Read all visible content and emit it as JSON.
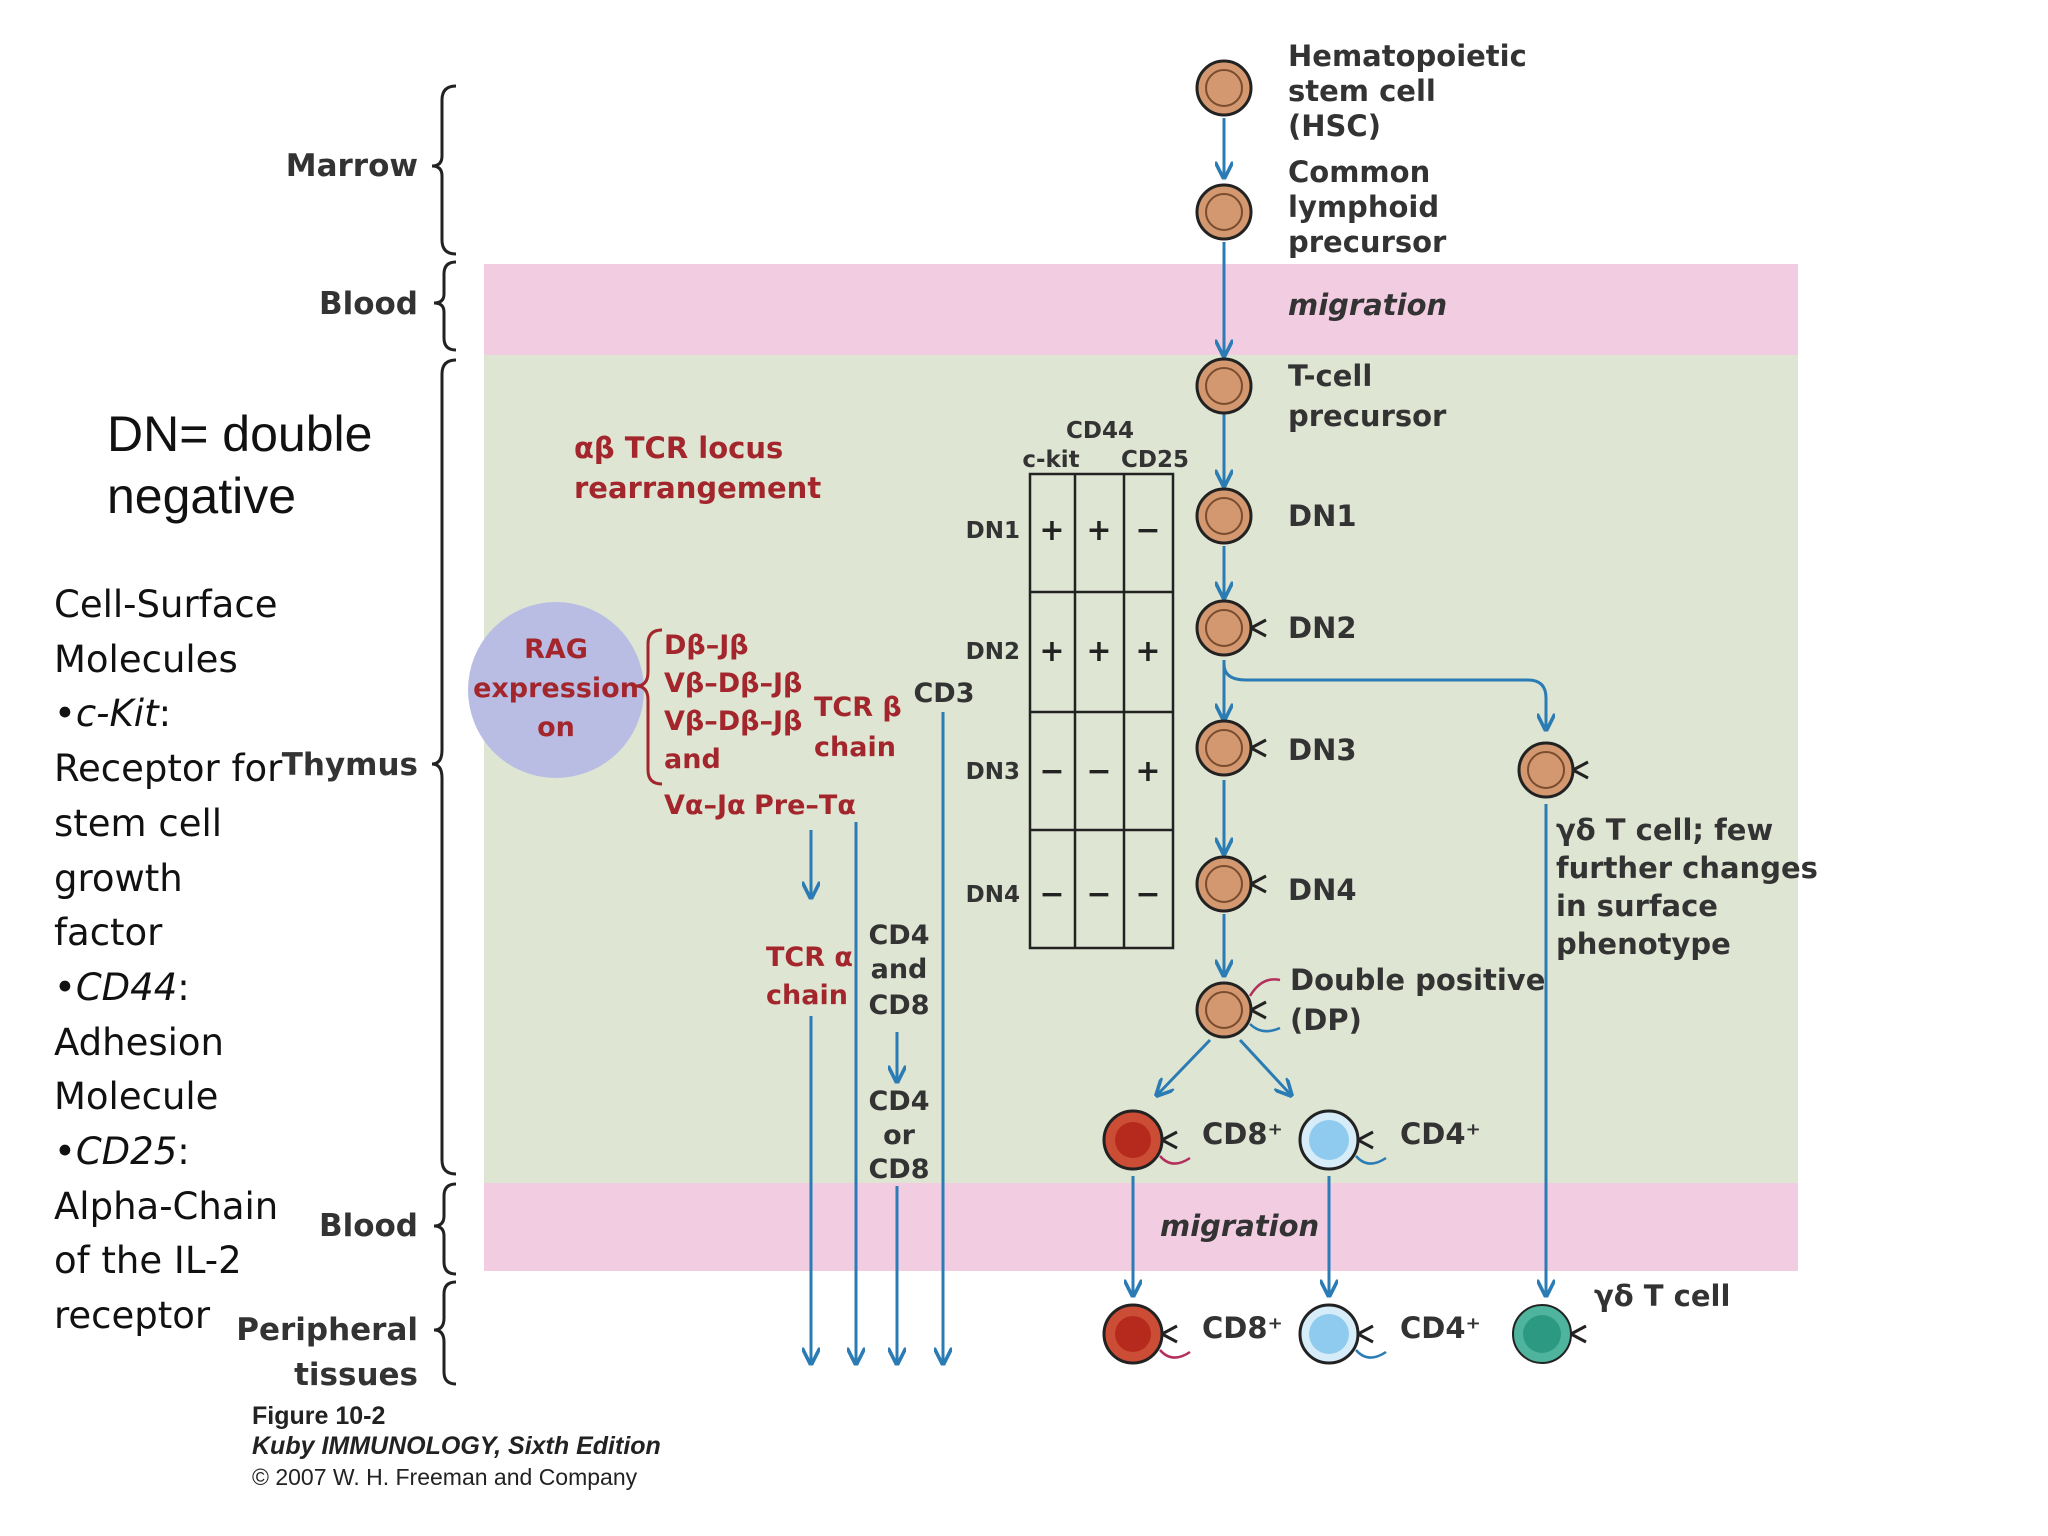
{
  "regions": {
    "marrow": "Marrow",
    "blood_top": "Blood",
    "thymus": "Thymus",
    "blood_bottom": "Blood",
    "peripheral_line1": "Peripheral",
    "peripheral_line2": "tissues"
  },
  "side_panel": {
    "title_line1": "DN= double",
    "title_line2": "negative",
    "heading_line1": "Cell-Surface",
    "heading_line2": "Molecules",
    "ckit_term": "c-Kit",
    "ckit_desc": [
      "Receptor for",
      "stem cell",
      "growth",
      "factor"
    ],
    "cd44_term": "CD44",
    "cd44_desc": [
      "Adhesion",
      "Molecule"
    ],
    "cd25_term": "CD25",
    "cd25_desc": [
      "Alpha-Chain",
      "of the IL-2",
      "receptor"
    ]
  },
  "tcr_locus": {
    "title_line1": "αβ TCR locus",
    "title_line2": "rearrangement",
    "rag_line1": "RAG",
    "rag_line2": "expression",
    "rag_line3": "on",
    "rearr_dj": "Dβ–Jβ",
    "rearr_vdj1": "Vβ–Dβ–Jβ",
    "rearr_vdj2": "Vβ–Dβ–Jβ",
    "rearr_and": "and",
    "rearr_vj": "Vα–Jα",
    "pre_ta": "Pre–Tα",
    "tcr_b_line1": "TCR β",
    "tcr_b_line2": "chain",
    "tcr_a_line1": "TCR α",
    "tcr_a_line2": "chain",
    "cd3": "CD3",
    "cd4_and_1": "CD4",
    "cd4_and_2": "and",
    "cd4_and_3": "CD8",
    "cd4_or_1": "CD4",
    "cd4_or_2": "or",
    "cd4_or_3": "CD8"
  },
  "marker_table": {
    "header_top": "CD44",
    "header_left": "c-kit",
    "header_right": "CD25",
    "rows": [
      {
        "label": "DN1",
        "ckit": "+",
        "cd44": "+",
        "cd25": "−"
      },
      {
        "label": "DN2",
        "ckit": "+",
        "cd44": "+",
        "cd25": "+"
      },
      {
        "label": "DN3",
        "ckit": "−",
        "cd44": "−",
        "cd25": "+"
      },
      {
        "label": "DN4",
        "ckit": "−",
        "cd44": "−",
        "cd25": "−"
      }
    ]
  },
  "stages": {
    "hsc_line1": "Hematopoietic",
    "hsc_line2": "stem cell",
    "hsc_line3": "(HSC)",
    "clp_line1": "Common",
    "clp_line2": "lymphoid",
    "clp_line3": "precursor",
    "migration_top": "migration",
    "tcp_line1": "T-cell",
    "tcp_line2": "precursor",
    "dn1": "DN1",
    "dn2": "DN2",
    "dn3": "DN3",
    "dn4": "DN4",
    "dp_line1": "Double positive",
    "dp_line2": "(DP)",
    "cd8_thymus": "CD8⁺",
    "cd4_thymus": "CD4⁺",
    "migration_bottom": "migration",
    "cd8_periph": "CD8⁺",
    "cd4_periph": "CD4⁺",
    "gd_line1": "γδ T cell; few",
    "gd_line2": "further changes",
    "gd_line3": "in surface",
    "gd_line4": "phenotype",
    "gd_periph": "γδ T cell"
  },
  "caption": {
    "line1": "Figure 10-2",
    "line2": "Kuby IMMUNOLOGY, Sixth Edition",
    "line3": "© 2007 W. H. Freeman and Company"
  },
  "colors": {
    "thymus_bg": "#dfe5d3",
    "blood_band": "#f2cde2",
    "arrow": "#2b7cb5",
    "dark_red_text": "#a3262d",
    "cell_tan": "#d39870",
    "rag_circle": "#b9bde3",
    "cd8_cell": "#cc4d36",
    "cd4_cell": "#8fcbef",
    "gd_cell": "#2c9a82"
  }
}
